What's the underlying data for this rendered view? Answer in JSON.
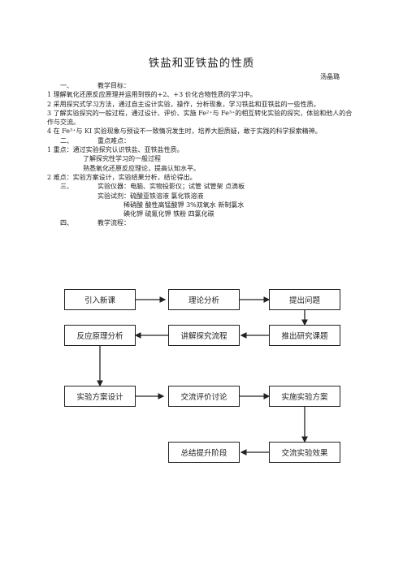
{
  "title": "铁盐和亚铁盐的性质",
  "author": "汤晶璐",
  "sections": {
    "s1_num": "一、",
    "s1_title": "教学目标：",
    "g1": "1 理解氧化还原反应原理并运用到铁的+2、+3 价化合物性质的学习中。",
    "g2": "2 采用探究式学习方法，通过自主设计实验，操作，分析现象，学习铁盐和亚铁盐的一些性质。",
    "g3": "3 了解实验探究的一般过程，通过设计、评价、实施 Fe²⁺与 Fe³⁺的相互转化实验的探究，体验和他人的合作与交流。",
    "g4": "4 在 Fe³⁺与 KI 实验现象与预设不一致情况发生时，培养大胆质疑，敢于实践的科学探索精神。",
    "s2_num": "二、",
    "s2_title": "重点难点：",
    "k1": "1 重点：通过实验探究认识铁盐、亚铁盐性质。",
    "k1a": "了解探究性学习的一般过程",
    "k1b": "熟悉氧化还原反应理论，提高认知水平。",
    "k2": "2 难点：实验方案设计，实验结果分析，结论得出。",
    "s3_num": "三、",
    "s3_title": "实验仪器：电脑、实物投影仪；试管  试管架  点滴板",
    "r1": "实验试剂：硫酸亚铁溶液    氯化铁溶液",
    "r2": "稀硝酸   酸性高锰酸钾   3%双氧水   新制氯水",
    "r3": "碘化钾   硫氰化钾   铁粉        四氯化碳",
    "s4_num": "四、",
    "s4_title": "教学流程："
  },
  "flow": {
    "b1": "引入新课",
    "b2": "理论分析",
    "b3": "提出问题",
    "b4": "推出研究课题",
    "b5": "讲解探究流程",
    "b6": "反应原理分析",
    "b7": "实验方案设计",
    "b8": "交流评价讨论",
    "b9": "实施实验方案",
    "b10": "交流实验效果",
    "b11": "总结提升阶段"
  }
}
